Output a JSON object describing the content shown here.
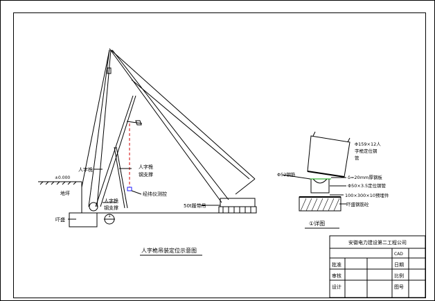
{
  "drawing": {
    "main_title": "人字桅吊装定位示意图",
    "detail_title": "①详图",
    "labels": {
      "gin_pole": "人字桅",
      "gin_pole_brace_upper": "人字桅\n钢支撑",
      "gin_pole_brace_lower": "人字桅\n钢支撑",
      "level_mark": "±0.000",
      "foundation": "地坪",
      "pit": "吓盛",
      "theodolite": "经纬仪测控",
      "crane": "50t履带吊",
      "pipe": "Φ159×12人\n字桅定位钢\n管",
      "rebar": "Φ52钢筋",
      "plate": "δ=20mm厚钢板",
      "steel_pipe": "Φ50×3.5定位钢管",
      "embed": "100×300×10预埋件",
      "base": "吓盛钢筋砼",
      "circle_mark": "1"
    }
  },
  "title_block": {
    "company": "安徽电力建设第二工程公司",
    "cad": "CAD",
    "approve": "批准",
    "review": "审核",
    "design": "设计",
    "date": "日期",
    "scale": "比例",
    "drawing_no": "图号"
  }
}
